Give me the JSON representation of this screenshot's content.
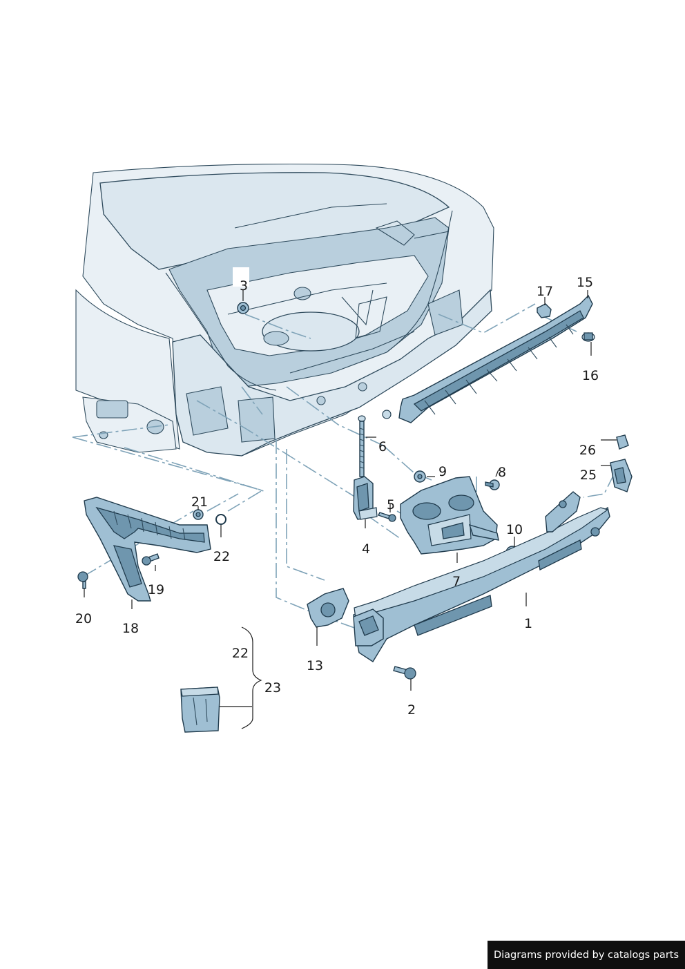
{
  "callouts": {
    "c1": "1",
    "c2": "2",
    "c3": "3",
    "c4": "4",
    "c5": "5",
    "c6": "6",
    "c7": "7",
    "c8": "8",
    "c9": "9",
    "c10": "10",
    "c13": "13",
    "c15": "15",
    "c16": "16",
    "c17": "17",
    "c18": "18",
    "c19": "19",
    "c20": "20",
    "c21": "21",
    "c22a": "22",
    "c22b": "22",
    "c23": "23",
    "c25": "25",
    "c26": "26"
  },
  "footer": {
    "text": "Diagrams provided by catalogs parts"
  },
  "colors": {
    "body": "#dbe7ef",
    "part": "#9fbfd3",
    "outline": "#1f3a4c",
    "dash": "#7fa3b8",
    "badge": "#0f0f0f"
  }
}
